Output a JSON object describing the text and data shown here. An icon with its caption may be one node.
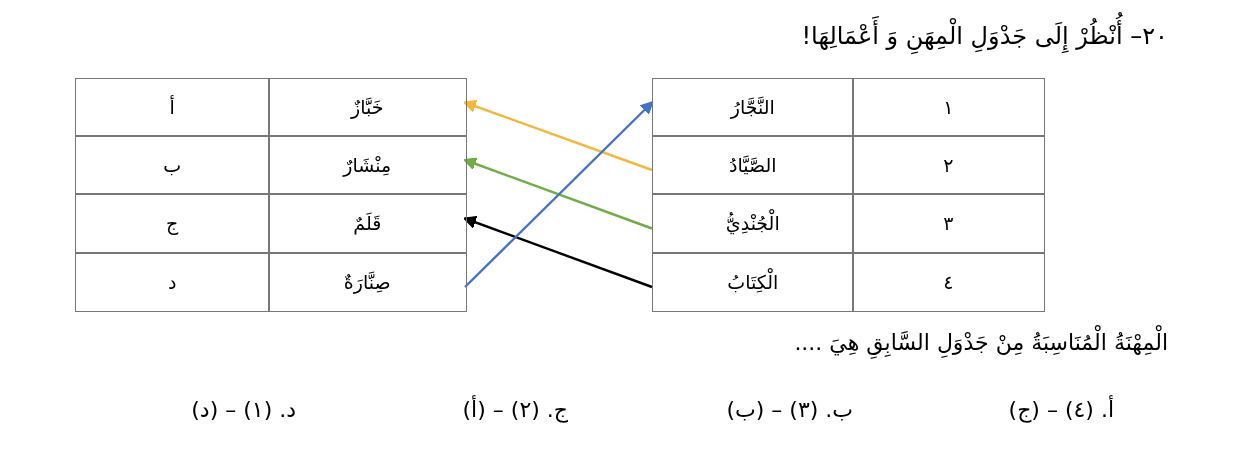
{
  "diagram": {
    "title": "٢٠– أُنْظُرْ إِلَى جَدْوَلِ الْمِهَنِ وَ أَعْمَالِهَا!",
    "nodes": [
      {
        "text": [
          "١"
        ]
      },
      {
        "text": [
          "النَّجَّارُ"
        ]
      },
      {
        "text": [
          "٢"
        ]
      },
      {
        "text": [
          "الصَّيَّادُ"
        ]
      },
      {
        "text": [
          "٣"
        ]
      },
      {
        "text": [
          "الْجُنْدِيُّ"
        ]
      },
      {
        "text": [
          "٤"
        ]
      },
      {
        "text": [
          "الْكِتَابُ"
        ]
      },
      {
        "text": [
          "خَبَّازٌ"
        ]
      },
      {
        "text": [
          "أ"
        ]
      },
      {
        "text": [
          "مِنْشَارٌ"
        ]
      },
      {
        "text": [
          "ب"
        ]
      },
      {
        "text": [
          "قَلَمٌ"
        ]
      },
      {
        "text": [
          "ج"
        ]
      },
      {
        "text": [
          "صِنَّارَةٌ"
        ]
      },
      {
        "text": [
          "د"
        ]
      }
    ],
    "edges": [
      {
        "from": 3,
        "to": 8,
        "arrow": "to",
        "color": "#f4b73e"
      },
      {
        "from": 5,
        "to": 10,
        "arrow": "to",
        "color": "#70ad47"
      },
      {
        "from": 7,
        "to": 12,
        "arrow": "to",
        "color": "#000000"
      },
      {
        "from": 14,
        "to": 1,
        "arrow": "to",
        "color": "#4472c4"
      }
    ],
    "labels": [
      "الْمِهْنَةُ الْمُنَاسِبَةُ مِنْ جَدْوَلِ السَّابِقِ هِيَ ....",
      "أ. (٤) – (ج)",
      "ب. (٣) – (ب)",
      "ج. (٢) – (أ)",
      "د. (١) – (د)"
    ]
  }
}
